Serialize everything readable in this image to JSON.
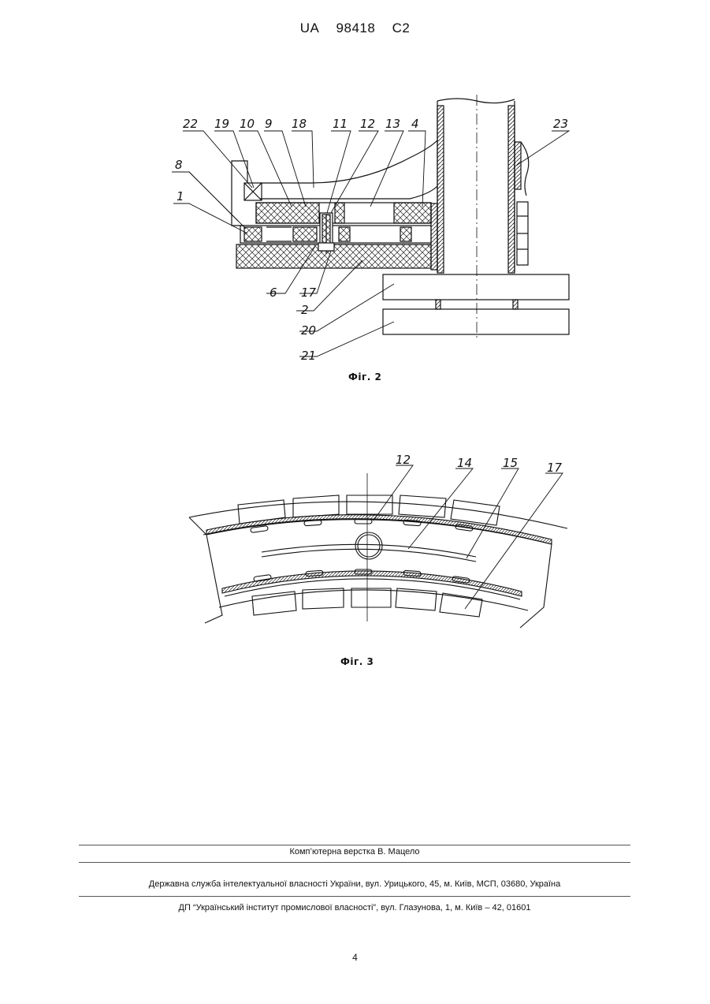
{
  "header": {
    "country": "UA",
    "number": "98418",
    "kind": "C2"
  },
  "figure2": {
    "caption": "Фіг. 2",
    "labels": {
      "l22": "22",
      "l19": "19",
      "l10": "10",
      "l9": "9",
      "l18": "18",
      "l11": "11",
      "l12": "12",
      "l13": "13",
      "l4": "4",
      "l23": "23",
      "l8": "8",
      "l1": "1",
      "l6": "6",
      "l17": "17",
      "l2": "2",
      "l20": "20",
      "l21": "21"
    }
  },
  "figure3": {
    "caption": "Фіг. 3",
    "labels": {
      "l12": "12",
      "l14": "14",
      "l15": "15",
      "l17": "17"
    }
  },
  "footer": {
    "layout_credit": "Комп’ютерна верстка В. Мацело",
    "agency": "Державна служба інтелектуальної власності України, вул. Урицького, 45, м. Київ, МСП, 03680, Україна",
    "institute": "ДП “Український інститут промислової власності”, вул. Глазунова, 1, м. Київ – 42, 01601"
  },
  "page_number": "4"
}
